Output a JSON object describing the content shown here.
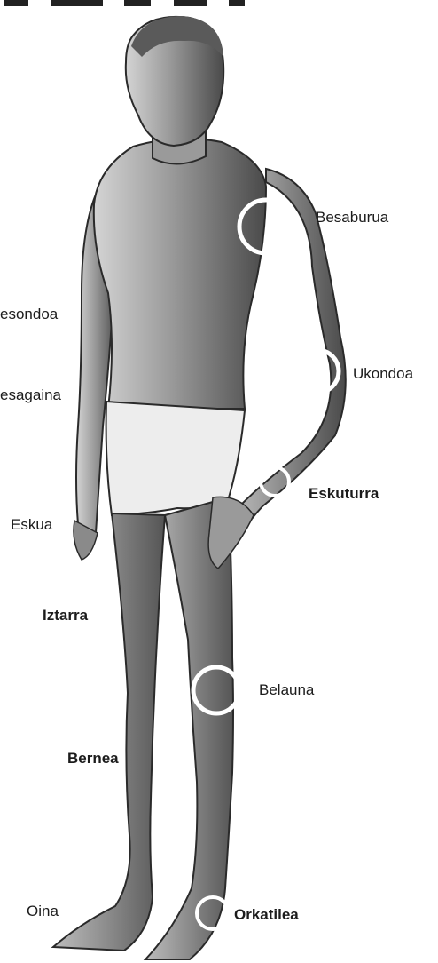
{
  "labels": {
    "besaburua": "Besaburua",
    "besondoa": "esondoa",
    "ukondoa": "Ukondoa",
    "besagaina": "esagaina",
    "eskuturra": "Eskuturra",
    "eskua": "Eskua",
    "iztarra": "Iztarra",
    "belauna": "Belauna",
    "bernea": "Bernea",
    "oina": "Oina",
    "orkatilea": "Orkatilea"
  },
  "colors": {
    "ink": "#1c1c1c",
    "skin": "#8c8c8c",
    "skin_dark": "#3e3e3e",
    "skin_light": "#cfcfcf",
    "briefs": "#ededed",
    "ring": "#ffffff"
  }
}
